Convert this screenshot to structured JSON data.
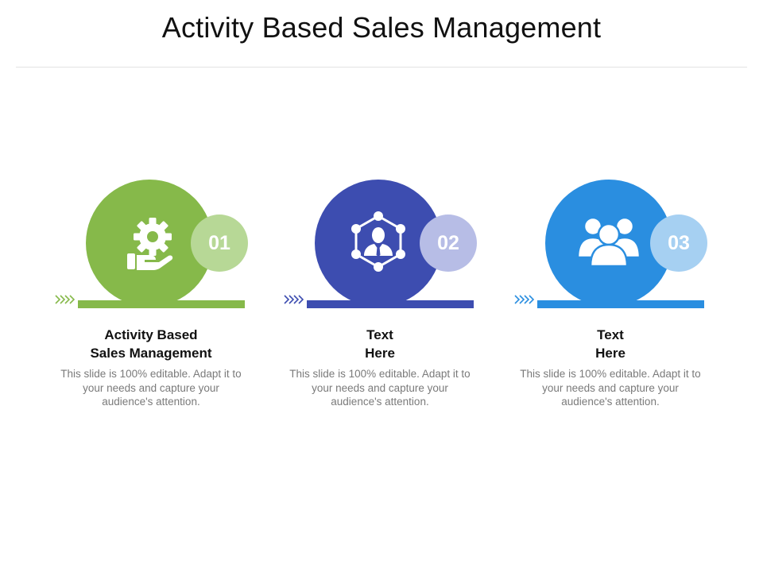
{
  "slide": {
    "title": "Activity Based Sales Management"
  },
  "cards": [
    {
      "number": "01",
      "heading_line1": "Activity Based",
      "heading_line2": "Sales Management",
      "body": "This slide is 100% editable. Adapt it to your needs and capture your audience's attention.",
      "icon": "gear-hand-icon",
      "color_main": "#86b94a",
      "color_light": "#b7d896",
      "chevron_color": "#86b94a"
    },
    {
      "number": "02",
      "heading_line1": "Text",
      "heading_line2": "Here",
      "body": "This slide is 100% editable. Adapt it to your needs and capture your audience's attention.",
      "icon": "network-person-icon",
      "color_main": "#3d4db0",
      "color_light": "#b7bde6",
      "chevron_color": "#3d4db0"
    },
    {
      "number": "03",
      "heading_line1": "Text",
      "heading_line2": "Here",
      "body": "This slide is 100% editable. Adapt it to your needs and capture your audience's attention.",
      "icon": "team-icon",
      "color_main": "#2a8ee0",
      "color_light": "#a6d0f2",
      "chevron_color": "#2a8ee0"
    }
  ]
}
